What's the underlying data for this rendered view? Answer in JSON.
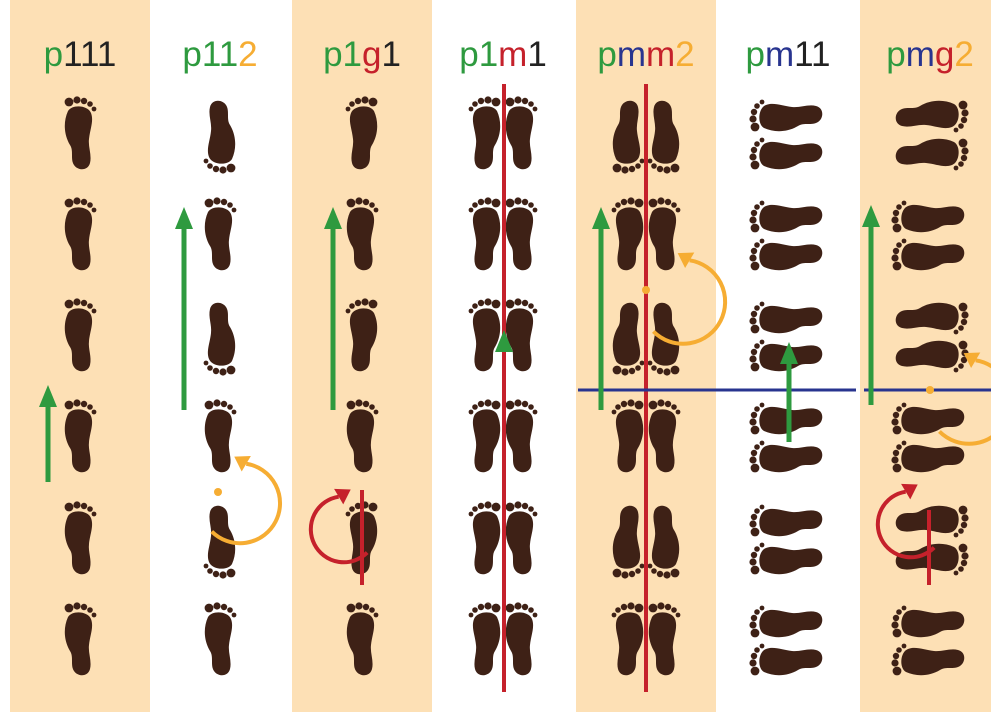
{
  "colors": {
    "panel": "#fde0b5",
    "foot": "#3e2116",
    "translation": "#2e9a3f",
    "mirror": "#c5212b",
    "glide": "#c5212b",
    "rotation": "#f6ad33",
    "glide_line": "#28348f",
    "text": "#222222"
  },
  "columns": [
    {
      "id": "p111",
      "shaded": true,
      "motif": "vertical",
      "label": [
        {
          "t": "p",
          "c": "translation"
        },
        {
          "t": "1",
          "c": "text"
        },
        {
          "t": "1",
          "c": "text"
        },
        {
          "t": "1",
          "c": "text"
        }
      ],
      "feet": [
        [
          "R",
          "R"
        ],
        [
          "R",
          "R"
        ],
        [
          "R",
          "R"
        ],
        [
          "R",
          "R"
        ],
        [
          "R",
          "R"
        ],
        [
          "R",
          "R"
        ]
      ]
    },
    {
      "id": "p112",
      "shaded": false,
      "motif": "vertical",
      "label": [
        {
          "t": "p",
          "c": "translation"
        },
        {
          "t": "1",
          "c": "translation"
        },
        {
          "t": "1",
          "c": "translation"
        },
        {
          "t": "2",
          "c": "rotation"
        }
      ],
      "feet": [
        [
          "R180",
          "R180"
        ],
        [
          "R",
          "R"
        ],
        [
          "R180",
          "R180"
        ],
        [
          "R",
          "R"
        ],
        [
          "R180",
          "R180"
        ],
        [
          "R",
          "R"
        ]
      ]
    },
    {
      "id": "p1g1",
      "shaded": true,
      "motif": "vertical",
      "label": [
        {
          "t": "p",
          "c": "translation"
        },
        {
          "t": "1",
          "c": "translation"
        },
        {
          "t": "g",
          "c": "glide"
        },
        {
          "t": "1",
          "c": "text"
        }
      ],
      "feet": [
        [
          "L",
          "L"
        ],
        [
          "R",
          "R"
        ],
        [
          "L",
          "L"
        ],
        [
          "R",
          "R"
        ],
        [
          "L",
          "L"
        ],
        [
          "R",
          "R"
        ]
      ]
    },
    {
      "id": "p1m1",
      "shaded": false,
      "motif": "vertical-pair",
      "label": [
        {
          "t": "p",
          "c": "translation"
        },
        {
          "t": "1",
          "c": "translation"
        },
        {
          "t": "m",
          "c": "mirror"
        },
        {
          "t": "1",
          "c": "text"
        }
      ],
      "feet": [
        [
          "L",
          "R"
        ],
        [
          "L",
          "R"
        ],
        [
          "L",
          "R"
        ],
        [
          "L",
          "R"
        ],
        [
          "L",
          "R"
        ],
        [
          "L",
          "R"
        ]
      ]
    },
    {
      "id": "pmm2",
      "shaded": true,
      "motif": "vertical-pair",
      "label": [
        {
          "t": "p",
          "c": "translation"
        },
        {
          "t": "m",
          "c": "glide_line"
        },
        {
          "t": "m",
          "c": "mirror"
        },
        {
          "t": "2",
          "c": "rotation"
        }
      ],
      "feet": [
        [
          "L180",
          "R180"
        ],
        [
          "L",
          "R"
        ],
        [
          "L180",
          "R180"
        ],
        [
          "L",
          "R"
        ],
        [
          "L180",
          "R180"
        ],
        [
          "L",
          "R"
        ]
      ]
    },
    {
      "id": "pm11",
      "shaded": false,
      "motif": "horizontal",
      "label": [
        {
          "t": "p",
          "c": "translation"
        },
        {
          "t": "m",
          "c": "glide_line"
        },
        {
          "t": "1",
          "c": "text"
        },
        {
          "t": "1",
          "c": "text"
        }
      ],
      "feet": [
        [
          "HL",
          "HL"
        ],
        [
          "HL",
          "HL"
        ],
        [
          "HL",
          "HL"
        ],
        [
          "HL",
          "HL"
        ],
        [
          "HL",
          "HL"
        ],
        [
          "HL",
          "HL"
        ]
      ]
    },
    {
      "id": "pmg2",
      "shaded": true,
      "motif": "horizontal",
      "label": [
        {
          "t": "p",
          "c": "translation"
        },
        {
          "t": "m",
          "c": "glide_line"
        },
        {
          "t": "g",
          "c": "glide"
        },
        {
          "t": "2",
          "c": "rotation"
        }
      ],
      "feet": [
        [
          "HR",
          "HR"
        ],
        [
          "HL",
          "HL"
        ],
        [
          "HR",
          "HR"
        ],
        [
          "HL",
          "HL"
        ],
        [
          "HR",
          "HR"
        ],
        [
          "HL",
          "HL"
        ]
      ]
    }
  ]
}
